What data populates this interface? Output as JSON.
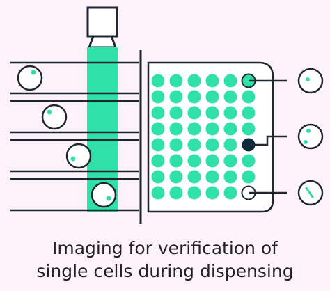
{
  "caption": {
    "line1": "Imaging for verification of",
    "line2": "single cells during dispensing"
  },
  "colors": {
    "background": "#fdf2fa",
    "accent": "#2fe0a8",
    "stroke": "#1f2630",
    "dark_well": "#0d2a3a",
    "white": "#ffffff"
  },
  "plate": {
    "rows": 8,
    "columns": 6,
    "highlighted_wells": [
      {
        "row": 0,
        "col": 5,
        "state": "single-cell"
      },
      {
        "row": 4,
        "col": 5,
        "state": "filled-dark"
      },
      {
        "row": 7,
        "col": 5,
        "state": "empty"
      }
    ]
  },
  "icons": [
    "camera-icon",
    "cell-droplet-icon"
  ]
}
